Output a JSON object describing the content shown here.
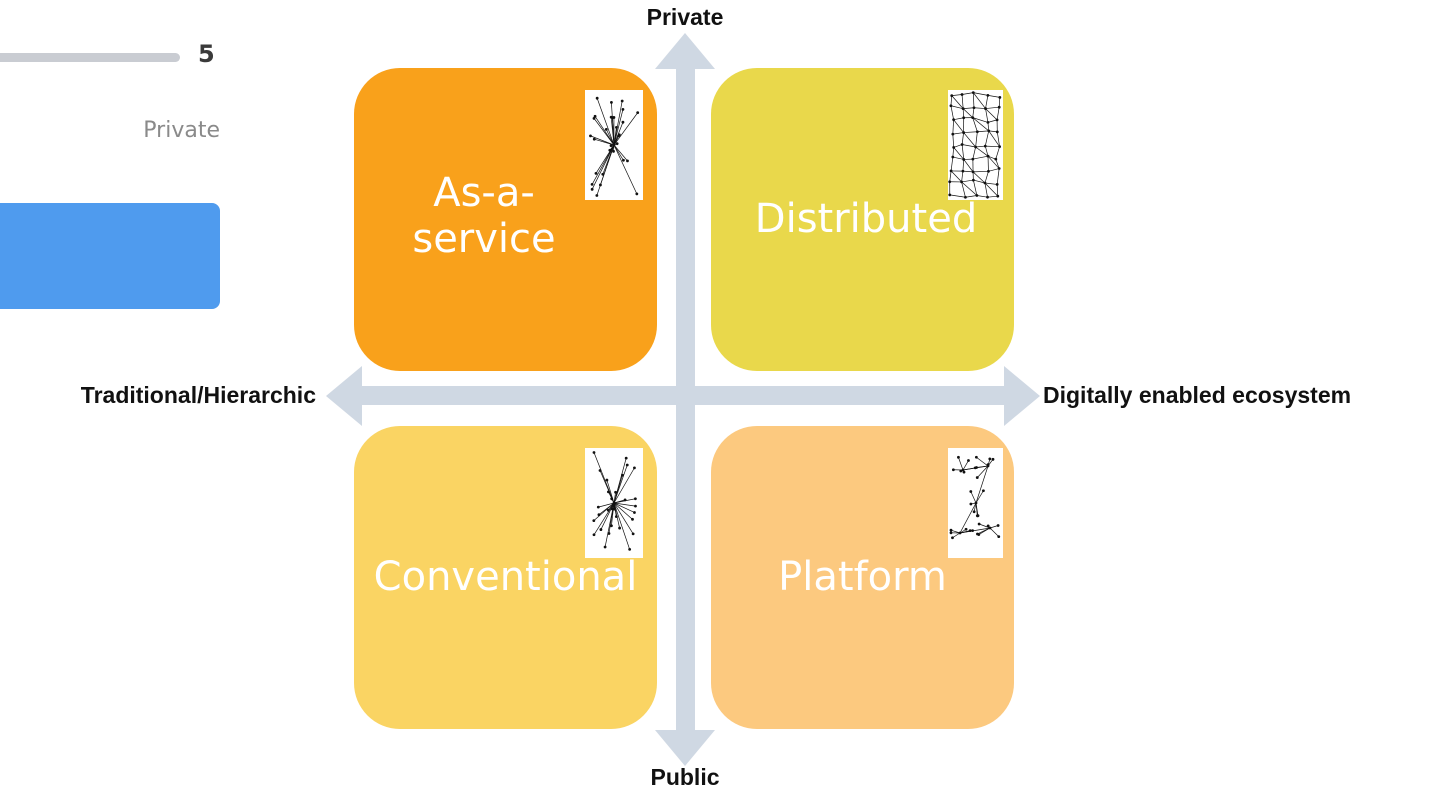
{
  "left_panel": {
    "scale_value": "5",
    "scale_label": "Private",
    "accent_color": "#4f9bee"
  },
  "axes": {
    "top": "Private",
    "bottom": "Public",
    "left": "Traditional/Hierarchic",
    "right": "Digitally enabled ecosystem",
    "color": "#cfd8e3"
  },
  "quadrants": [
    {
      "lines": [
        "As-a-",
        "service"
      ],
      "color": "#f9a11b",
      "icon": "hub-spoke-network-icon"
    },
    {
      "lines": [
        "Distributed"
      ],
      "color": "#e9d84b",
      "icon": "mesh-network-icon"
    },
    {
      "lines": [
        "Conventional"
      ],
      "color": "#fad463",
      "icon": "hub-spoke-network-icon"
    },
    {
      "lines": [
        "Platform"
      ],
      "color": "#fcc97f",
      "icon": "multi-hub-network-icon"
    }
  ]
}
